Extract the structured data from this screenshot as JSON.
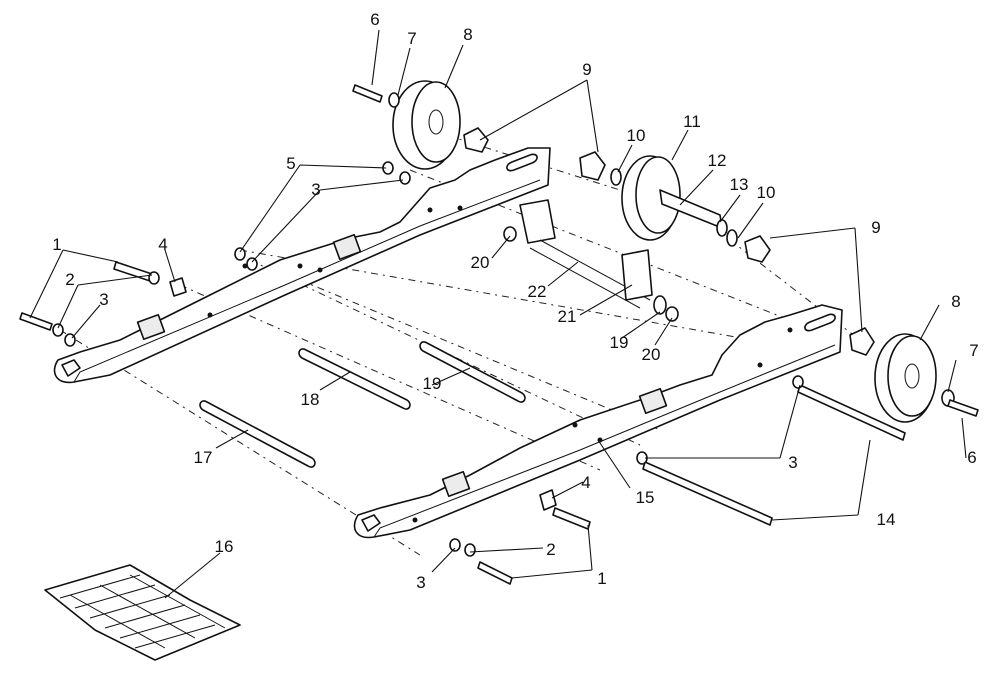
{
  "callouts": [
    {
      "id": "c6a",
      "text": "6"
    },
    {
      "id": "c7a",
      "text": "7"
    },
    {
      "id": "c8a",
      "text": "8"
    },
    {
      "id": "c9a",
      "text": "9"
    },
    {
      "id": "c10a",
      "text": "10"
    },
    {
      "id": "c11",
      "text": "11"
    },
    {
      "id": "c12",
      "text": "12"
    },
    {
      "id": "c13",
      "text": "13"
    },
    {
      "id": "c10b",
      "text": "10"
    },
    {
      "id": "c9b",
      "text": "9"
    },
    {
      "id": "c5",
      "text": "5"
    },
    {
      "id": "c3a",
      "text": "3"
    },
    {
      "id": "c1a",
      "text": "1"
    },
    {
      "id": "c2a",
      "text": "2"
    },
    {
      "id": "c3b",
      "text": "3"
    },
    {
      "id": "c4a",
      "text": "4"
    },
    {
      "id": "c20a",
      "text": "20"
    },
    {
      "id": "c22",
      "text": "22"
    },
    {
      "id": "c21",
      "text": "21"
    },
    {
      "id": "c19a",
      "text": "19"
    },
    {
      "id": "c20b",
      "text": "20"
    },
    {
      "id": "c8b",
      "text": "8"
    },
    {
      "id": "c7b",
      "text": "7"
    },
    {
      "id": "c6b",
      "text": "6"
    },
    {
      "id": "c18",
      "text": "18"
    },
    {
      "id": "c19b",
      "text": "19"
    },
    {
      "id": "c17",
      "text": "17"
    },
    {
      "id": "c3c",
      "text": "3"
    },
    {
      "id": "c15",
      "text": "15"
    },
    {
      "id": "c4b",
      "text": "4"
    },
    {
      "id": "c14",
      "text": "14"
    },
    {
      "id": "c2b",
      "text": "2"
    },
    {
      "id": "c1b",
      "text": "1"
    },
    {
      "id": "c3d",
      "text": "3"
    },
    {
      "id": "c16",
      "text": "16"
    }
  ]
}
